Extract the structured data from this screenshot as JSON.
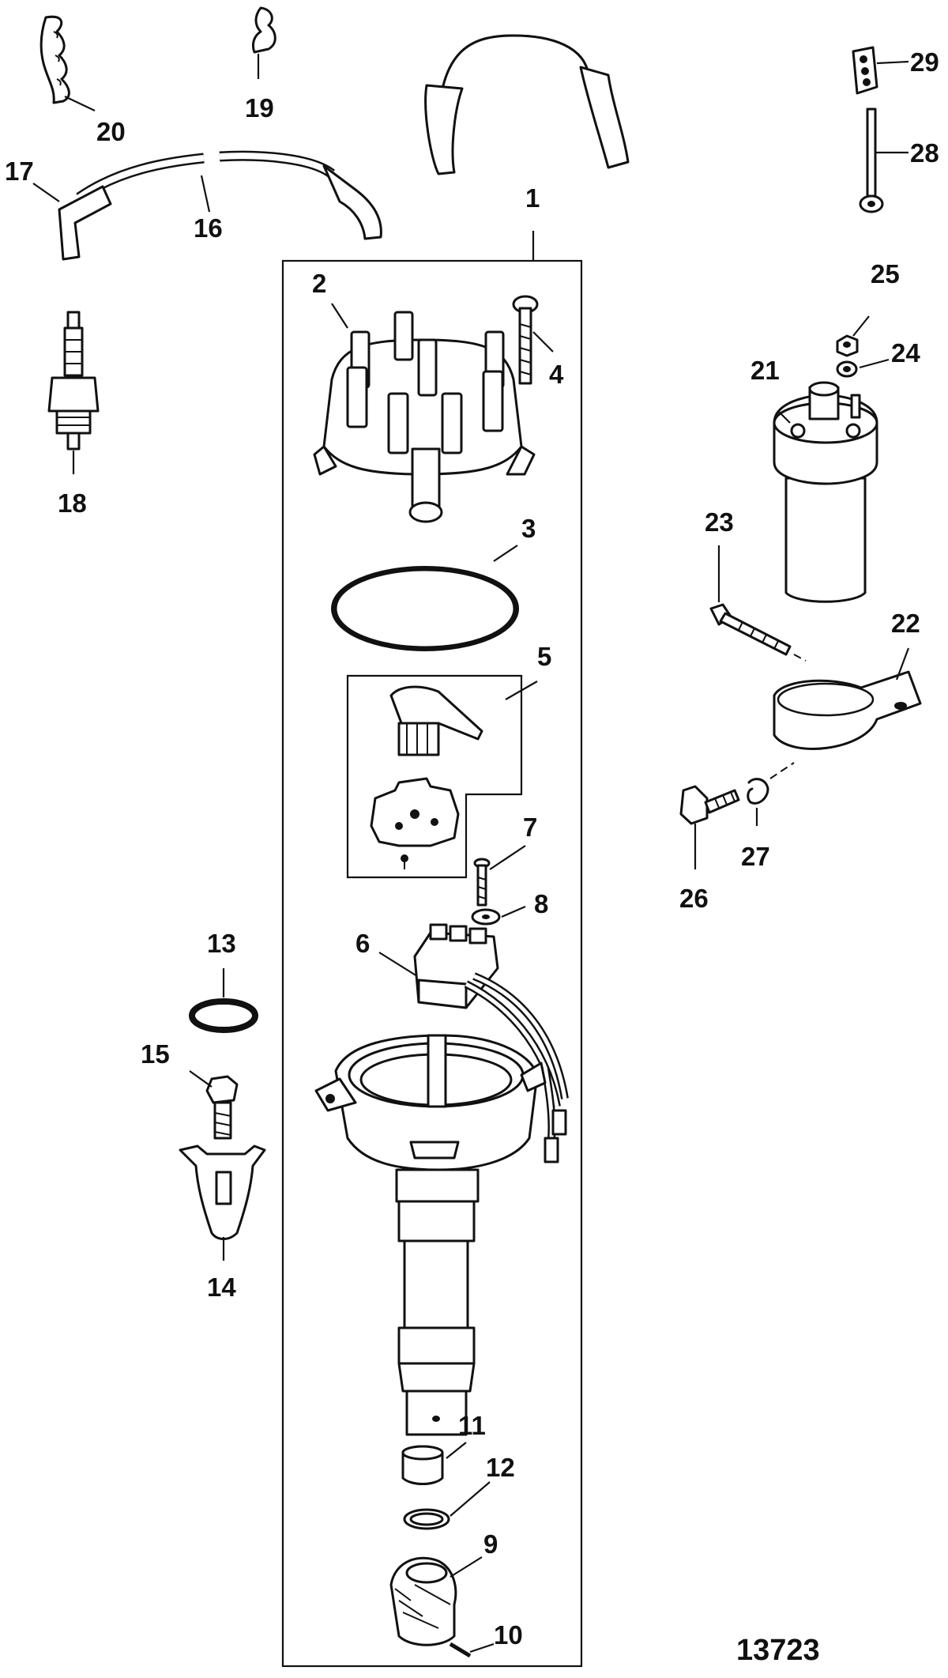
{
  "diagram": {
    "figure_number": "13723",
    "callouts": [
      {
        "id": "c1",
        "text": "1"
      },
      {
        "id": "c2",
        "text": "2"
      },
      {
        "id": "c3",
        "text": "3"
      },
      {
        "id": "c4",
        "text": "4"
      },
      {
        "id": "c5",
        "text": "5"
      },
      {
        "id": "c6",
        "text": "6"
      },
      {
        "id": "c7",
        "text": "7"
      },
      {
        "id": "c8",
        "text": "8"
      },
      {
        "id": "c9",
        "text": "9"
      },
      {
        "id": "c10",
        "text": "10"
      },
      {
        "id": "c11",
        "text": "11"
      },
      {
        "id": "c12",
        "text": "12"
      },
      {
        "id": "c13",
        "text": "13"
      },
      {
        "id": "c14",
        "text": "14"
      },
      {
        "id": "c15",
        "text": "15"
      },
      {
        "id": "c16",
        "text": "16"
      },
      {
        "id": "c17",
        "text": "17"
      },
      {
        "id": "c18",
        "text": "18"
      },
      {
        "id": "c19",
        "text": "19"
      },
      {
        "id": "c20",
        "text": "20"
      },
      {
        "id": "c21",
        "text": "21"
      },
      {
        "id": "c22",
        "text": "22"
      },
      {
        "id": "c23",
        "text": "23"
      },
      {
        "id": "c24",
        "text": "24"
      },
      {
        "id": "c25",
        "text": "25"
      },
      {
        "id": "c26",
        "text": "26"
      },
      {
        "id": "c27",
        "text": "27"
      },
      {
        "id": "c28",
        "text": "28"
      },
      {
        "id": "c29",
        "text": "29"
      }
    ]
  }
}
